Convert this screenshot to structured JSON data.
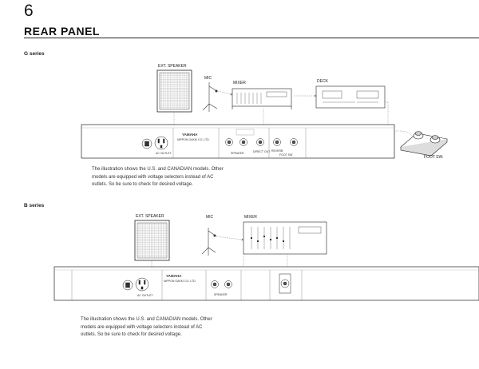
{
  "page": {
    "number": "6",
    "title": "REAR PANEL"
  },
  "g_series": {
    "label": "G series",
    "ext_speaker_label": "EXT. SPEAKER",
    "mic_label": "MIC",
    "mixer_label": "MIXER",
    "deck_label": "DECK",
    "foot_sw_label": "FOOT SW.",
    "panel": {
      "brand": "YAMAHA",
      "maker": "NIPPON GAKKI CO. LTD.",
      "ac_outlet_label": "AC OUTLET",
      "speaker_label": "SPEAKER",
      "direct_out_label": "DIRECT OUT",
      "reverb_label": "REVERB",
      "foot_sw_label": "FOOT SW"
    },
    "caption": "The illustration shows the U.S. and CANADIAN models. Other models are equipped with voltage selecters instead of AC outlets. So be sure to check for desired voltage."
  },
  "b_series": {
    "label": "B series",
    "ext_speaker_label": "EXT. SPEAKER",
    "mic_label": "MIC",
    "mixer_label": "MIXER",
    "panel": {
      "brand": "YAMAHA",
      "maker": "NIPPON GAKKI CO. LTD.",
      "ac_outlet_label": "AC OUTLET",
      "speaker_label": "SPEAKER"
    },
    "caption": "The illustration shows the U.S. and CANADIAN models. Other models are equipped with voltage selecters instead of AC outlets. So be sure to check for desired voltage."
  }
}
